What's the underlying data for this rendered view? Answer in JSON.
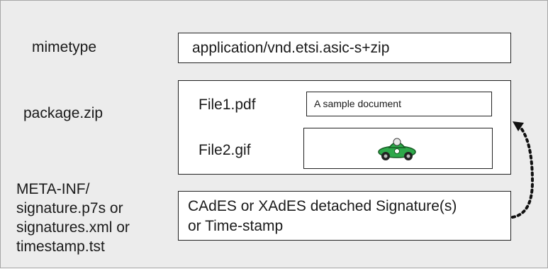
{
  "labels": {
    "mimetype": "mimetype",
    "package": "package.zip",
    "meta_lines": [
      "META-INF/",
      "signature.p7s or",
      "signatures.xml or",
      "timestamp.tst"
    ]
  },
  "mimetype_value": "application/vnd.etsi.asic-s+zip",
  "package": {
    "file1": "File1.pdf",
    "file1_content": "A sample document",
    "file2": "File2.gif",
    "file2_content_icon": "green-race-car-icon"
  },
  "signature": {
    "lines": [
      "CAdES or XAdES detached Signature(s)",
      "or Time-stamp"
    ]
  },
  "colors": {
    "background": "#ececec",
    "car_body": "#2ea84a",
    "arrow": "#111111"
  }
}
